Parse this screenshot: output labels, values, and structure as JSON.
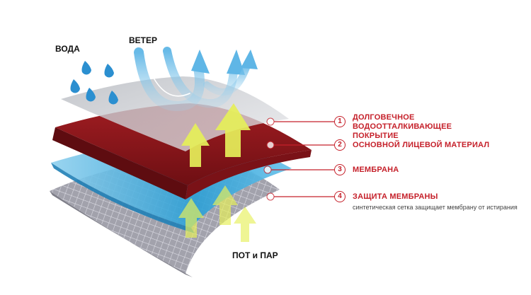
{
  "words": {
    "water": "ВОДА",
    "wind": "ВЕТЕР",
    "sweat": "ПОТ и ПАР"
  },
  "layers": [
    {
      "number": "1",
      "label": "ДОЛГОВЕЧНОЕ ВОДООТТАЛКИВАЮЩЕЕ ПОКРЫТИЕ",
      "note": ""
    },
    {
      "number": "2",
      "label": "ОСНОВНОЙ ЛИЦЕВОЙ МАТЕРИАЛ",
      "note": ""
    },
    {
      "number": "3",
      "label": "МЕМБРАНА",
      "note": ""
    },
    {
      "number": "4",
      "label": "ЗАЩИТА МЕМБРАНЫ",
      "note": "синтетическая сетка защищает мембрану от истирания"
    }
  ],
  "colors": {
    "accent": "#c5202a",
    "coating": "#c9cbcf",
    "face_fabric": "#8f161b",
    "membrane": "#3aa9dc",
    "mesh": "#9a9aa4",
    "vapor_arrow": "#e6ef5a",
    "wind_arrow": "#9fd3ef",
    "water_drop": "#2b8fd0"
  },
  "icons": {
    "drop": "water-drop-icon",
    "wind": "wind-arrow-icon",
    "vapor": "vapor-arrow-icon"
  }
}
